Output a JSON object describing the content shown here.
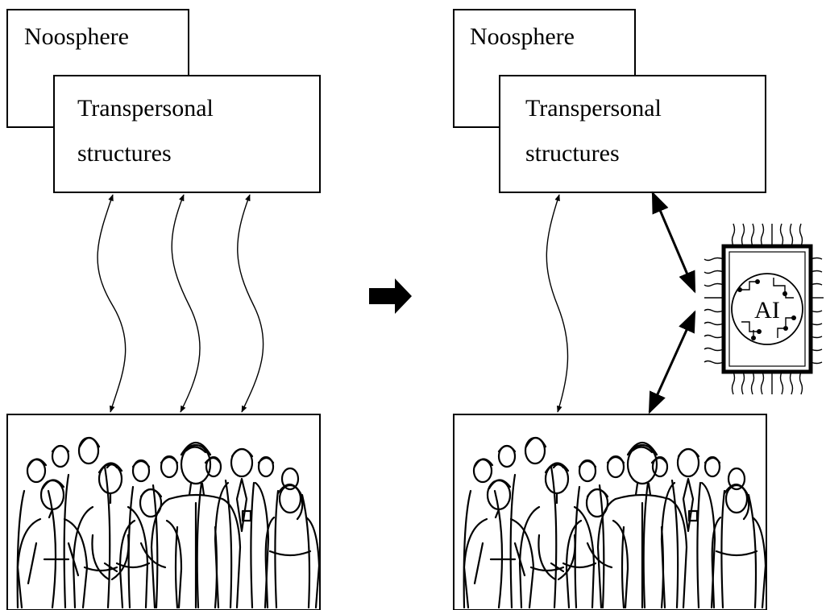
{
  "diagram": {
    "left_panel": {
      "noosphere_label": "Noosphere",
      "transpersonal_line1": "Transpersonal",
      "transpersonal_line2": "structures"
    },
    "right_panel": {
      "noosphere_label": "Noosphere",
      "transpersonal_line1": "Transpersonal",
      "transpersonal_line2": "structures"
    },
    "ai_chip_label": "AI",
    "transition_icon": "right-arrow-icon",
    "crowd_icon": "crowd-illustration"
  }
}
